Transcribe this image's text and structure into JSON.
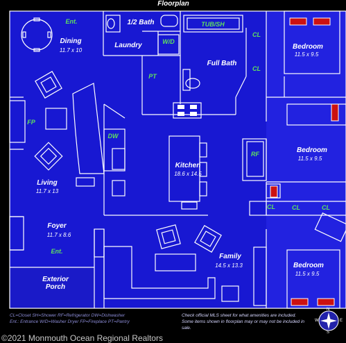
{
  "title": "Floorplan",
  "rooms": [
    {
      "name": "Dining",
      "dims": "11.7 x 10"
    },
    {
      "name": "Living",
      "dims": "11.7 x 13"
    },
    {
      "name": "Foyer",
      "dims": "11.7 x 8.6"
    },
    {
      "name": "Exterior Porch",
      "dims": ""
    },
    {
      "name": "Laundry",
      "dims": ""
    },
    {
      "name": "1/2 Bath",
      "dims": ""
    },
    {
      "name": "Full Bath",
      "dims": ""
    },
    {
      "name": "Kitchen",
      "dims": "18.6 x 14.5"
    },
    {
      "name": "Family",
      "dims": "14.5 x 13.3"
    },
    {
      "name": "Bedroom",
      "dims": "11.5 x 9.5"
    },
    {
      "name": "Bedroom",
      "dims": "11.5 x 9.5"
    },
    {
      "name": "Bedroom",
      "dims": "11.5 x 9.5"
    }
  ],
  "fixtures": [
    "Ent.",
    "Ent.",
    "FP",
    "DW",
    "RF",
    "W/D",
    "PT",
    "TUB/SH",
    "CL",
    "CL",
    "CL",
    "CL",
    "CL"
  ],
  "legend": {
    "line1": "CL=Closet  SH=Shower RF=Refrigerator  DW=Dishwasher",
    "line2": "Ent.: Entrance  W/D=Washer Dryer  FP=Fireplace PT=Pantry"
  },
  "disclaimer": "Check official MLS sheet for what amenities are included. Some items shown in floorplan may or may not be included in sale.",
  "copyright": "©2021 Monmouth Ocean Regional Realtors",
  "compass_letters": [
    "N",
    "S",
    "E",
    "W"
  ],
  "colors": {
    "floor": "#1a1ad9",
    "floor_light": "#2a2ae6",
    "wall": "#ffffff",
    "fixture_label": "#5fe05f",
    "heater": "#cc1111",
    "background": "#000000"
  },
  "icons": [
    "compass-rose-icon",
    "dining-table-icon",
    "armchair-icon",
    "toilet-icon",
    "stove-icon",
    "heater-icon"
  ]
}
